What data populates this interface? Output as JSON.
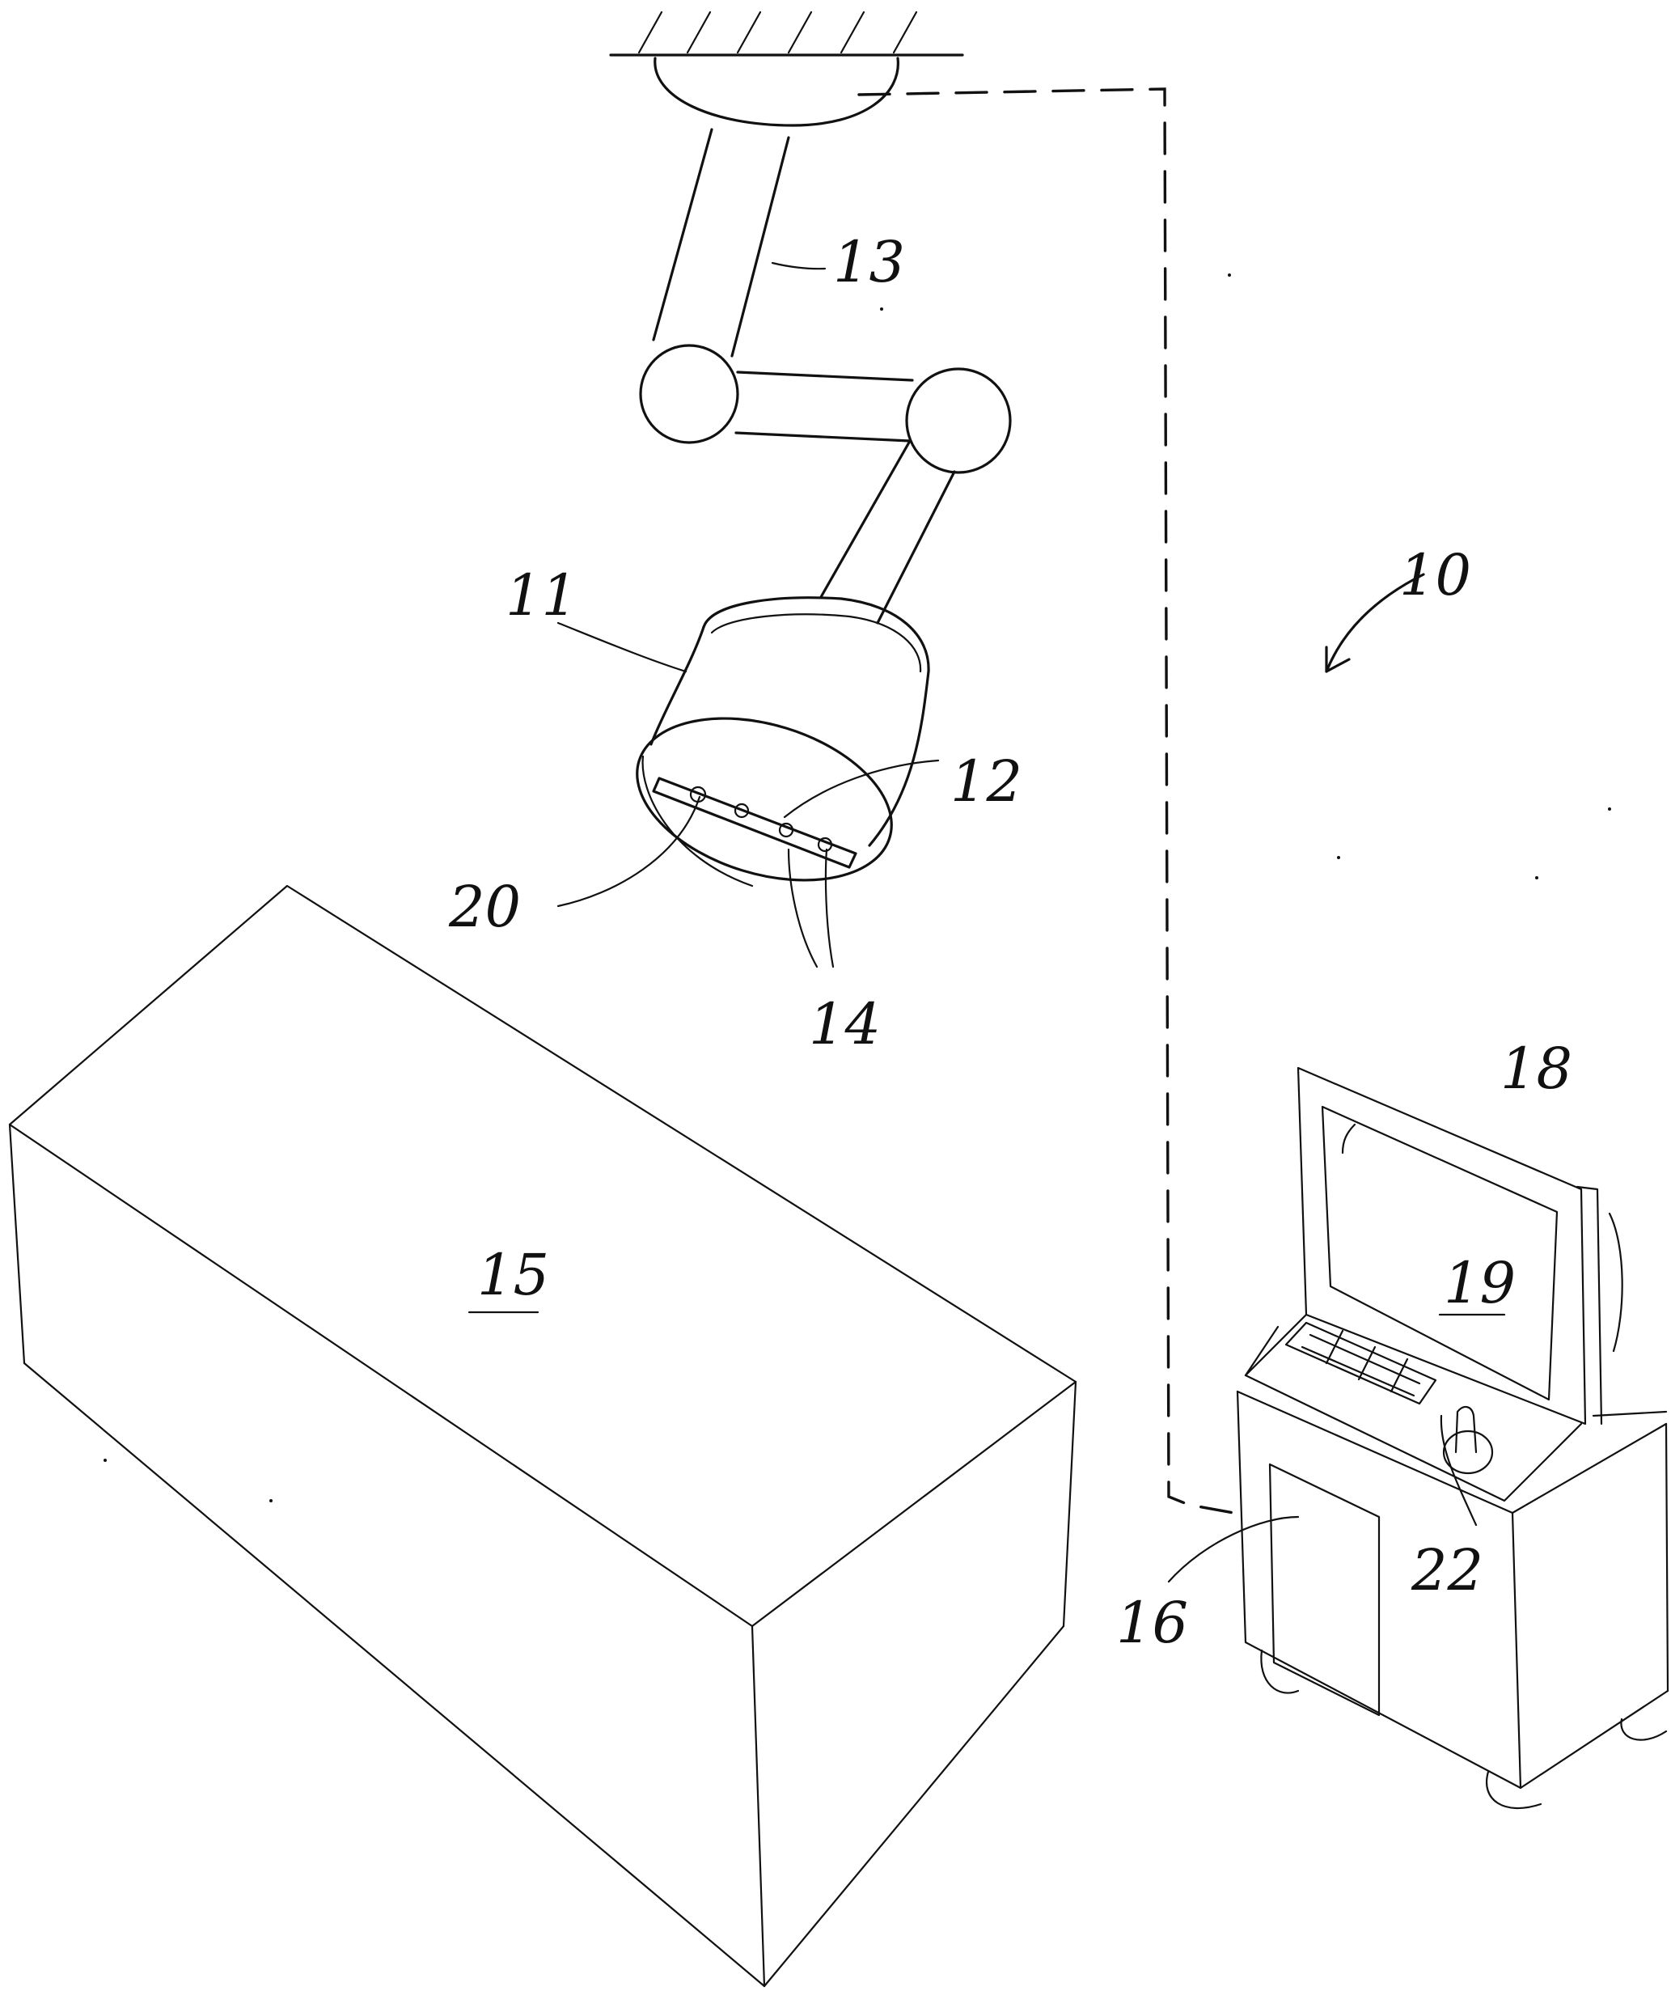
{
  "reference_numerals": {
    "system": "10",
    "head": "11",
    "sensor_bar": "12",
    "arm": "13",
    "sensors": "14",
    "table": "15",
    "console": "16",
    "monitor": "18",
    "screen": "19",
    "bar_sensor": "20",
    "joystick": "22"
  },
  "colors": {
    "ink": "#111111",
    "paper": "#ffffff"
  }
}
